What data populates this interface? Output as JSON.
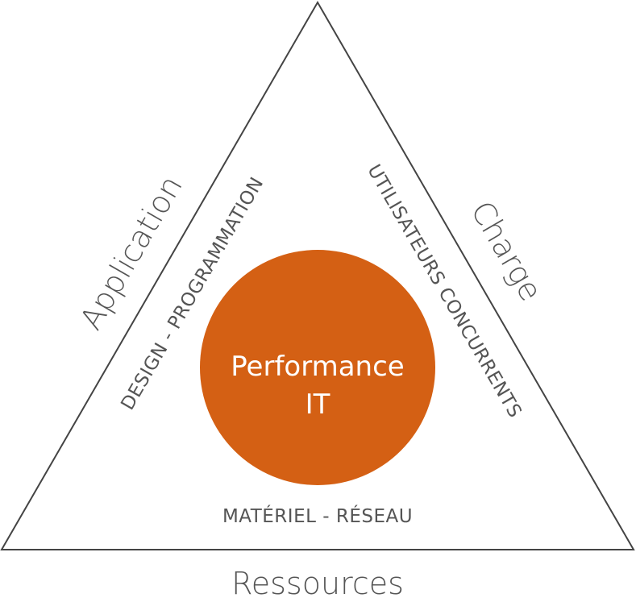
{
  "diagram": {
    "sides": {
      "left": "Application",
      "right": "Charge",
      "bottom": "Ressources"
    },
    "inner": {
      "left": "DESIGN - PROGRAMMATION",
      "right": "UTILISATEURS CONCURRENTS",
      "bottom": "MATÉRIEL - RÉSEAU"
    },
    "core": {
      "line1": "Performance",
      "line2": "IT"
    },
    "colors": {
      "core_fill": "#d46014",
      "outline": "#444444",
      "text": "#555555"
    }
  }
}
